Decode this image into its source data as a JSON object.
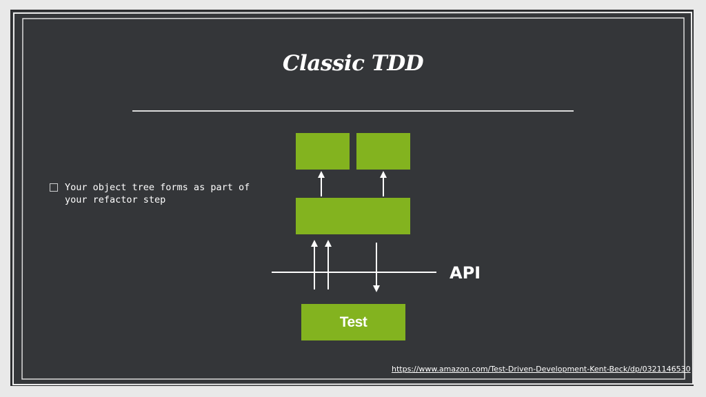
{
  "slide": {
    "title": "Classic TDD",
    "bullet": "Your object tree forms as part of your refactor step",
    "test_label": "Test",
    "api_label": "API",
    "link": "https://www.amazon.com/Test-Driven-Development-Kent-Beck/dp/0321146530"
  },
  "colors": {
    "background": "#343639",
    "box_fill": "#83b31f",
    "text": "#ffffff",
    "frame": "#e9e9e9"
  }
}
